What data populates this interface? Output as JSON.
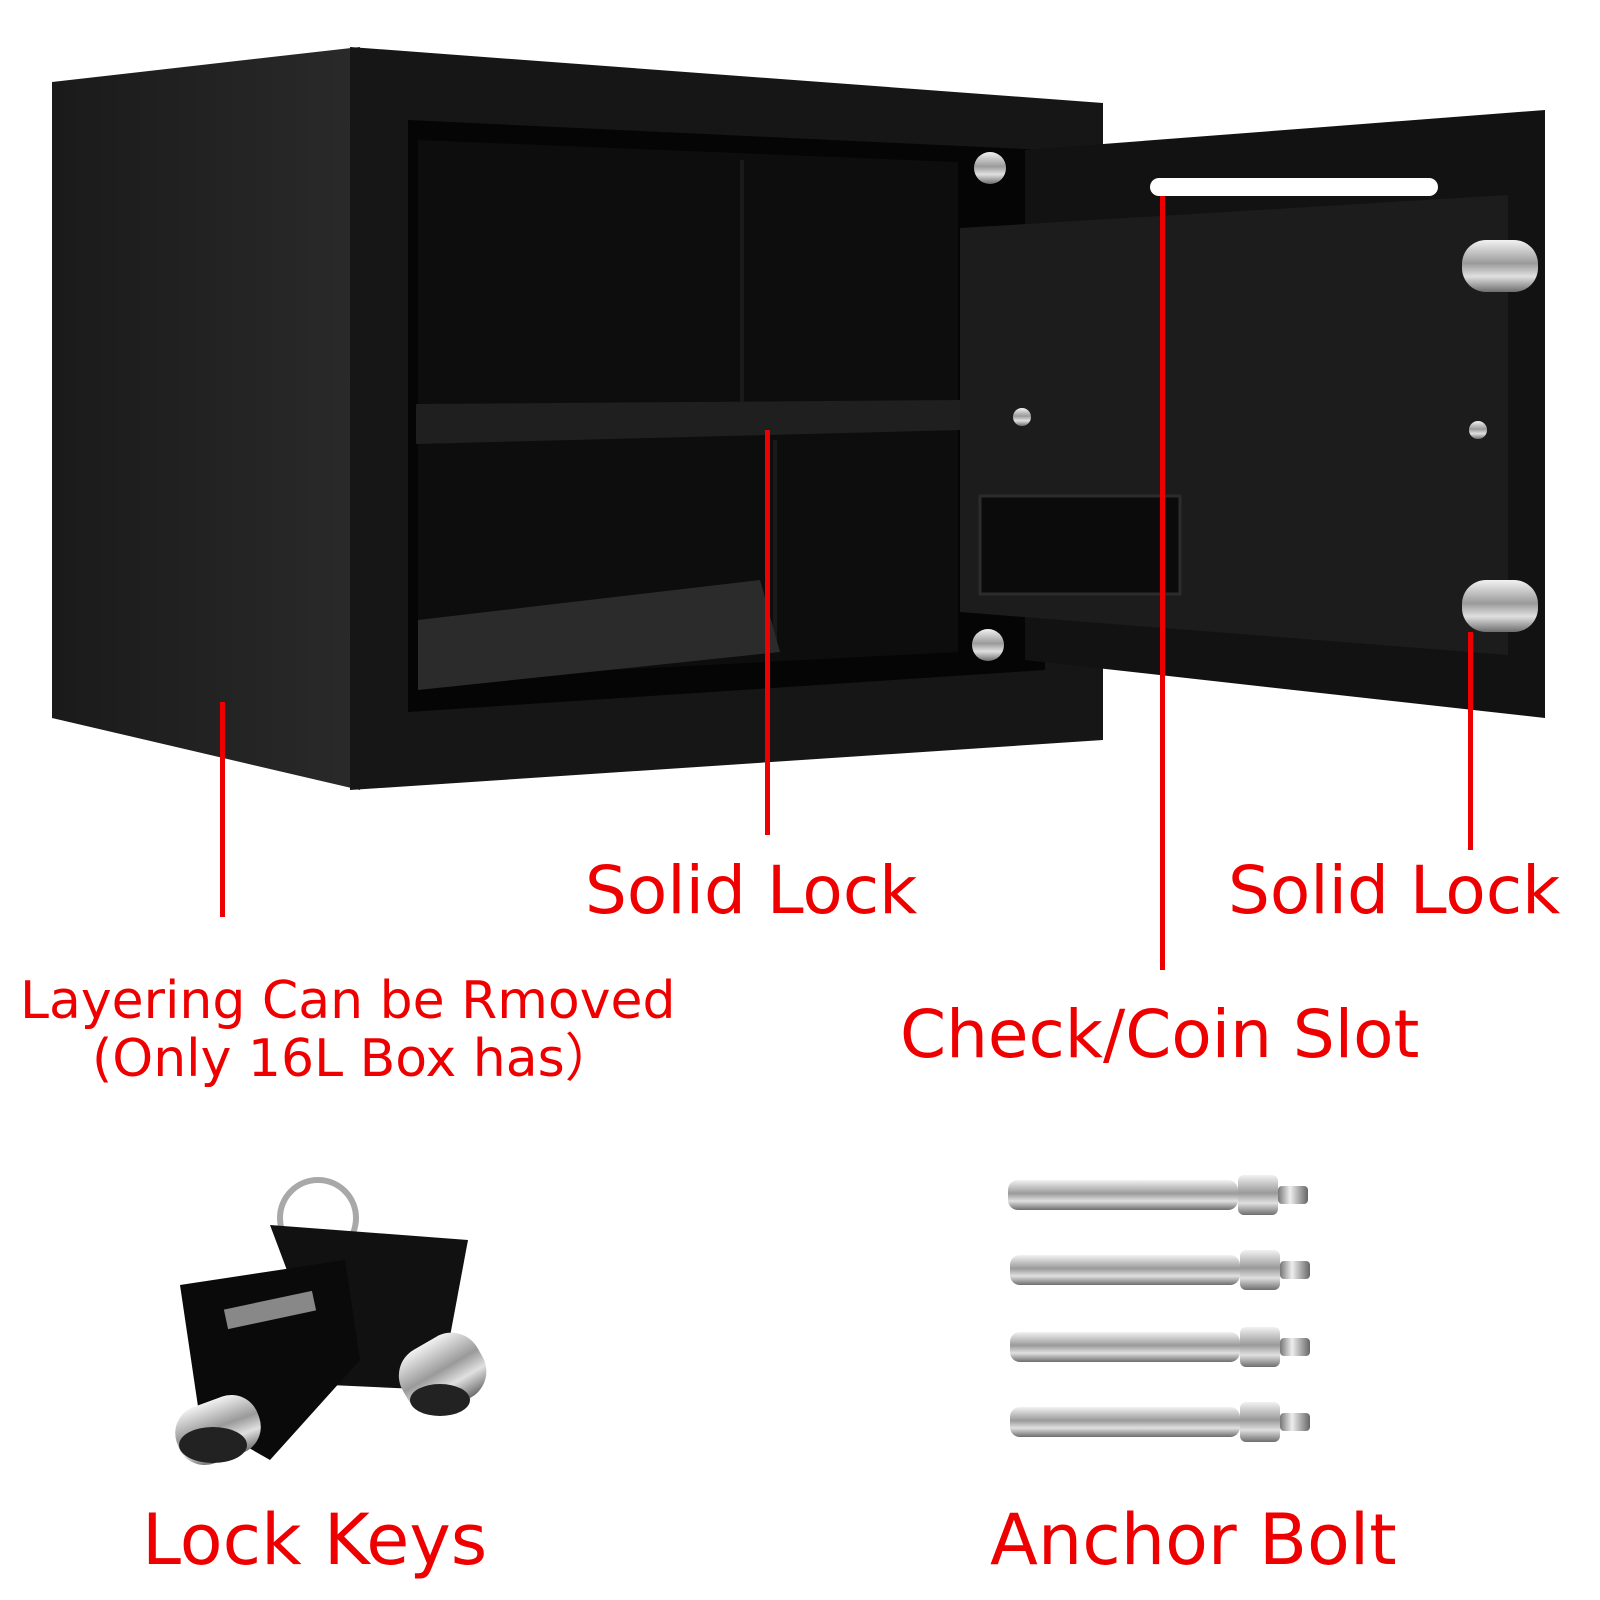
{
  "labels": {
    "solid_lock_shelf": "Solid Lock",
    "solid_lock_bolt": "Solid Lock",
    "layering_line1": "Layering Can be Rmoved",
    "layering_line2": "(Only 16L Box has）",
    "check_coin_slot": "Check/Coin Slot",
    "lock_keys": "Lock Keys",
    "anchor_bolt": "Anchor Bolt"
  },
  "colors": {
    "label_text": "#ee0000",
    "callout_line": "#ee0000",
    "safe_body": "#141414",
    "background": "#ffffff"
  },
  "images": {
    "safe": "open-safe-icon",
    "keys": "key-pair-icon",
    "bolts": "anchor-bolts-icon"
  }
}
